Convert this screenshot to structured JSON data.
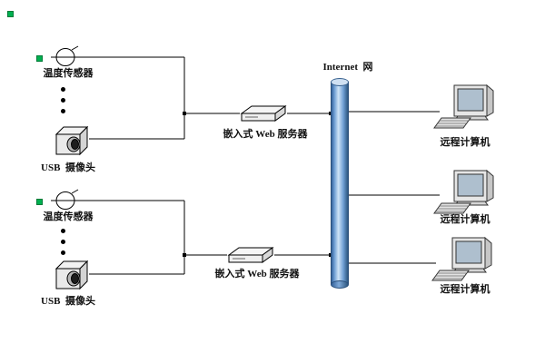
{
  "diagram": {
    "internet": {
      "label": "Internet  网"
    },
    "sensor_groups": [
      {
        "sensor_label": "温度传感器",
        "camera_label": "USB  摄像头",
        "server_label": "嵌入式 Web 服务器"
      },
      {
        "sensor_label": "温度传感器",
        "camera_label": "USB  摄像头",
        "server_label": "嵌入式 Web 服务器"
      }
    ],
    "computers": [
      {
        "label": "远程计算机"
      },
      {
        "label": "远程计算机"
      },
      {
        "label": "远程计算机"
      }
    ],
    "colors": {
      "pipe_highlight": "#cfe4f7",
      "pipe_mid": "#6f9fd4",
      "pipe_edge": "#35639c",
      "connector_line": "#000000",
      "anchor_marker": "#00b050"
    }
  }
}
